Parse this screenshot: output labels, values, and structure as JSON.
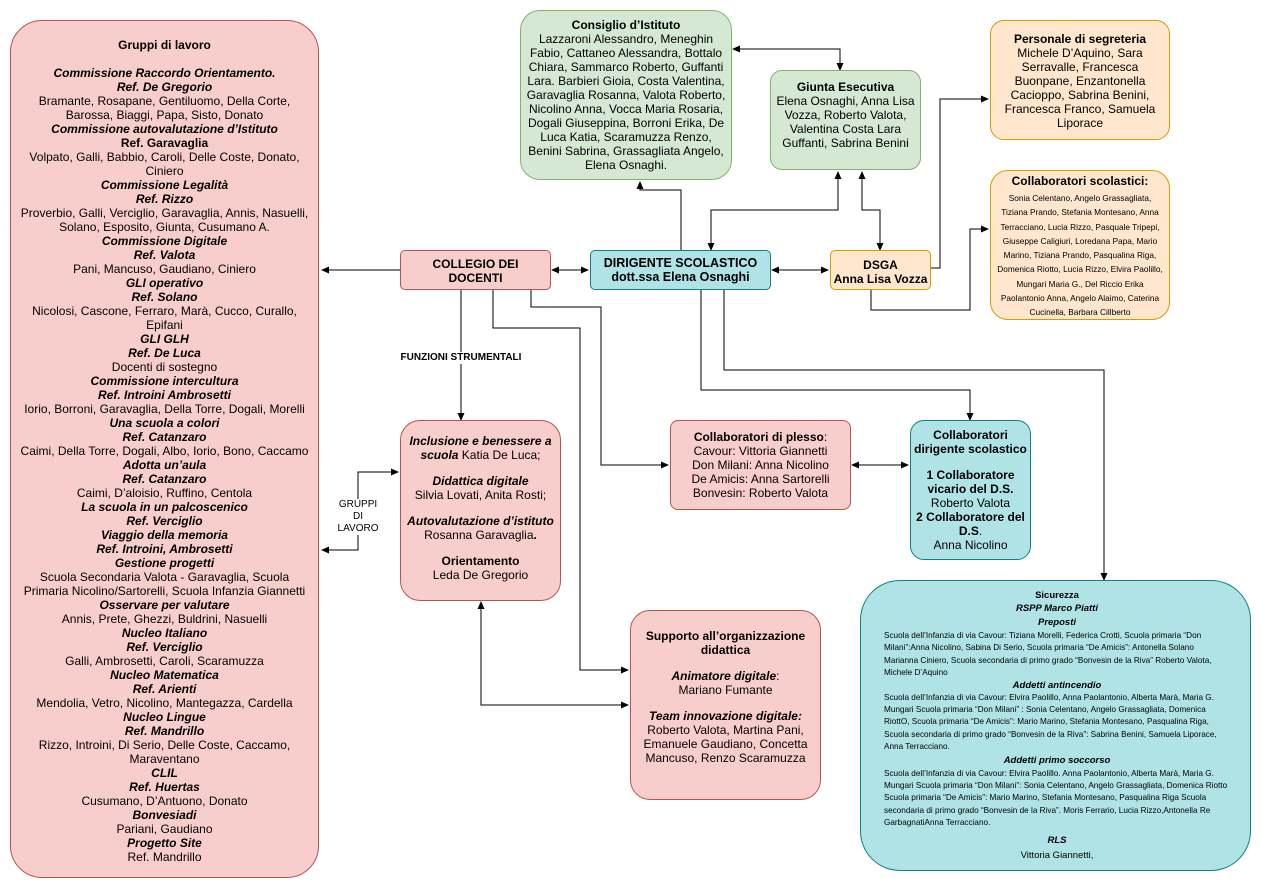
{
  "gruppi": {
    "title": "Gruppi di lavoro",
    "items": [
      {
        "text": "Commissione Raccordo Orientamento.",
        "style": "bi"
      },
      {
        "text": "Ref. De Gregorio",
        "style": "bi"
      },
      {
        "text": "Bramante, Rosapane, Gentiluomo, Della Corte, Barossa, Biaggi, Papa, Sisto, Donato",
        "style": "n"
      },
      {
        "text": "Commissione autovalutazione d’Istituto",
        "style": "bi"
      },
      {
        "text": "Ref. Garavaglia",
        "style": "b"
      },
      {
        "text": "Volpato, Galli, Babbio, Caroli, Delle Coste, Donato, Ciniero",
        "style": "n"
      },
      {
        "text": "Commissione Legalità",
        "style": "bi"
      },
      {
        "text": "Ref. Rizzo",
        "style": "bi"
      },
      {
        "text": "Proverbio, Galli, Verciglio, Garavaglia, Annis, Nasuelli, Solano, Esposito, Giunta, Cusumano A.",
        "style": "n"
      },
      {
        "text": "Commissione Digitale",
        "style": "bi"
      },
      {
        "text": "Ref. Valota",
        "style": "bi"
      },
      {
        "text": "Pani, Mancuso, Gaudiano, Ciniero",
        "style": "n"
      },
      {
        "text": "GLI operativo",
        "style": "bi"
      },
      {
        "text": "Ref. Solano",
        "style": "bi"
      },
      {
        "text": "Nicolosi, Cascone, Ferraro, Marà, Cucco, Curallo, Epifani",
        "style": "n"
      },
      {
        "text": "GLI GLH",
        "style": "bi"
      },
      {
        "text": "Ref. De Luca",
        "style": "bi"
      },
      {
        "text": "Docenti di sostegno",
        "style": "n"
      },
      {
        "text": "Commissione intercultura",
        "style": "bi"
      },
      {
        "text": "Ref. Introini Ambrosetti",
        "style": "bi"
      },
      {
        "text": "Iorio, Borroni, Garavaglia, Della Torre, Dogali, Morelli",
        "style": "n"
      },
      {
        "text": "Una scuola  a colori",
        "style": "bi"
      },
      {
        "text": "Ref. Catanzaro",
        "style": "bi"
      },
      {
        "text": "Caimi, Della Torre, Dogali, Albo, Iorio, Bono, Caccamo",
        "style": "n"
      },
      {
        "text": "Adotta un’aula",
        "style": "bi"
      },
      {
        "text": "Ref. Catanzaro",
        "style": "bi"
      },
      {
        "text": "Caimi, D’aloisio, Ruffino, Centola",
        "style": "n"
      },
      {
        "text": "La scuola in un palcoscenico",
        "style": "bi"
      },
      {
        "text": "Ref. Verciglio",
        "style": "bi"
      },
      {
        "text": "Viaggio della memoria",
        "style": "bi"
      },
      {
        "text": "Ref. Introini, Ambrosetti",
        "style": "bi"
      },
      {
        "text": "Gestione progetti",
        "style": "bi"
      },
      {
        "text": "Scuola Secondaria Valota - Garavaglia, Scuola Primaria Nicolino/Sartorelli, Scuola Infanzia Giannetti",
        "style": "n"
      },
      {
        "text": "Osservare per valutare",
        "style": "bi"
      },
      {
        "text": "Annis, Prete, Ghezzi, Buldrini, Nasuelli",
        "style": "n"
      },
      {
        "text": "Nucleo Italiano",
        "style": "bi"
      },
      {
        "text": "Ref. Verciglio",
        "style": "bi"
      },
      {
        "text": "Galli, Ambrosetti, Caroli, Scaramuzza",
        "style": "n"
      },
      {
        "text": "Nucleo Matematica",
        "style": "bi"
      },
      {
        "text": "Ref. Arienti",
        "style": "bi"
      },
      {
        "text": "Mendolia, Vetro, Nicolino, Mantegazza, Cardella",
        "style": "n"
      },
      {
        "text": "Nucleo Lingue",
        "style": "bi"
      },
      {
        "text": "Ref. Mandrillo",
        "style": "bi"
      },
      {
        "text": "Rizzo, Introini, Di Serio, Delle Coste, Caccamo, Maraventano",
        "style": "n"
      },
      {
        "text": "CLIL",
        "style": "bi"
      },
      {
        "text": "Ref. Huertas",
        "style": "bi"
      },
      {
        "text": "Cusumano, D’Antuono, Donato",
        "style": "n"
      },
      {
        "text": "Bonvesiadi",
        "style": "bi"
      },
      {
        "text": "Pariani, Gaudiano",
        "style": "n"
      },
      {
        "text": "Progetto Site",
        "style": "bi"
      },
      {
        "text": "Ref. Mandrillo",
        "style": "n"
      }
    ]
  },
  "consiglio": {
    "title": "Consiglio d’Istituto",
    "body": "Lazzaroni Alessandro, Meneghin Fabio, Cattaneo Alessandra, Bottalo Chiara, Sammarco Roberto, Guffanti Lara. Barbieri Gioia, Costa Valentina, Garavaglia Rosanna, Valota Roberto, Nicolino Anna, Vocca Maria Rosaria, Dogali Giuseppina, Borroni Erika, De Luca Katia, Scaramuzza Renzo, Benini Sabrina, Grassagliata Angelo, Elena Osnaghi."
  },
  "giunta": {
    "title": "Giunta Esecutiva",
    "body": "Elena Osnaghi, Anna Lisa Vozza, Roberto Valota, Valentina Costa Lara Guffanti, Sabrina Benini"
  },
  "segreteria": {
    "title": "Personale di segreteria",
    "body": "Michele D’Aquino, Sara Serravalle, Francesca Buonpane, Enzantonella Cacioppo, Sabrina Benini, Francesca Franco, Samuela Liporace"
  },
  "collaboratori_scol": {
    "title": "Collaboratori scolastici:",
    "body": "Sonia Celentano, Angelo Grassagliata, Tiziana Prando, Stefania Montesano, Anna Terracciano,  Lucia Rizzo, Pasquale Tripepi, Giuseppe Caligiuri, Loredana Papa, Mario Marino, Tiziana Prando, Pasqualina Riga, Domenica Riotto, Lucia Rizzo, Elvira Paolillo, Mungari Maria G., Del Riccio Erika Paolantonio Anna, Angelo Alaimo, Caterina Cucinella, Barbara Cillberto"
  },
  "collegio": {
    "line1": "COLLEGIO DEI",
    "line2": "DOCENTI"
  },
  "dirigente": {
    "line1": "DIRIGENTE SCOLASTICO",
    "line2": "dott.ssa Elena Osnaghi"
  },
  "dsga": {
    "line1": "DSGA",
    "line2": "Anna Lisa Vozza"
  },
  "labels": {
    "funzioni": "FUNZIONI STRUMENTALI",
    "gruppi": "GRUPPI DI LAVORO"
  },
  "funzioni": {
    "inclusione_title": "Inclusione e benessere a scuola",
    "inclusione_name": " Katia De Luca;",
    "didattica_title": "Didattica digitale",
    "didattica_name": "Silvia Lovati, Anita Rosti;",
    "autoval_title": "Autovalutazione d’istituto",
    "autoval_name": "Rosanna Garavaglia",
    "autoval_dot": ".",
    "orient_title": "Orientamento",
    "orient_name": "Leda De Gregorio"
  },
  "plesso": {
    "title": "Collaboratori di plesso",
    "colon": ":",
    "lines": [
      "Cavour: Vittoria Giannetti",
      "Don Milani: Anna Nicolino",
      "De Amicis: Anna Sartorelli",
      "Bonvesin:  Roberto Valota"
    ]
  },
  "collab_dir": {
    "title": "Collaboratori dirigente scolastico",
    "vic_title": "1 Collaboratore vicario del D.S.",
    "vic_name": "Roberto Valota",
    "sec_title": "2 Collaboratore del D.S",
    "sec_dot": ".",
    "sec_name": "Anna Nicolino"
  },
  "supporto": {
    "title": "Supporto all’organizzazione didattica",
    "anim_title": "Animatore digitale",
    "anim_colon": ":",
    "anim_name": "Mariano Fumante",
    "team_title": "Team innovazione digitale:",
    "team_names": " Roberto Valota, Martina Pani, Emanuele Gaudiano, Concetta Mancuso, Renzo Scaramuzza"
  },
  "sicurezza": {
    "title": "Sicurezza",
    "rspp": "RSPP  Marco Piatti",
    "preposti_title": "Preposti",
    "preposti_text": "Scuola dell’Infanzia di via Cavour: Tiziana Morelli, Federica Crotti, Scuola primaria “Don Milani”:Anna Nicolino, Sabina Di Serio, Scuola primaria “De Amicis”: Antonella Solano Marianna Ciniero, Scuola secondaria di primo grado “Bonvesin de la Riva” Roberto Valota, Michele D’Aquino",
    "antincendio_title": "Addetti antincendio",
    "antincendio_text": "Scuola dell’Infanzia di via Cavour: Elvira Paolillo, Anna Paolantonio, Alberta Marà, Maria G. Mungari Scuola primaria “Don Milani” : Sonia Celentano, Angelo Grassagliata, Domenica RiottO, Scuola primaria “De Amicis”: Mario Marino, Stefania Montesano, Pasqualina Riga, Scuola secondaria di primo grado “Bonvesin de la Riva”: Sabrina Benini, Samuela Liporace, Anna Terracciano.",
    "soccorso_title": "Addetti primo soccorso",
    "soccorso_text": "Scuola dell’Infanzia di via Cavour: Elvira Paolillo. Anna Paolantonio, Alberta Marà, Maria G. Mungari Scuola primaria “Don Milani”: Sonia Celentano, Angelo Grassagliata, Domenica Riotto Scuola primaria “De Amicis”: Mario Marino, Stefania Montesano, Pasqualina Riga Scuola secondaria di primo grado “Bonvesin de la Riva”. Moris Ferrario, Lucia Rizzo,Antonella Re GarbagnatiAnna Terracciano.",
    "rls_title": "RLS",
    "rls_name": "Vittoria Giannetti,"
  }
}
